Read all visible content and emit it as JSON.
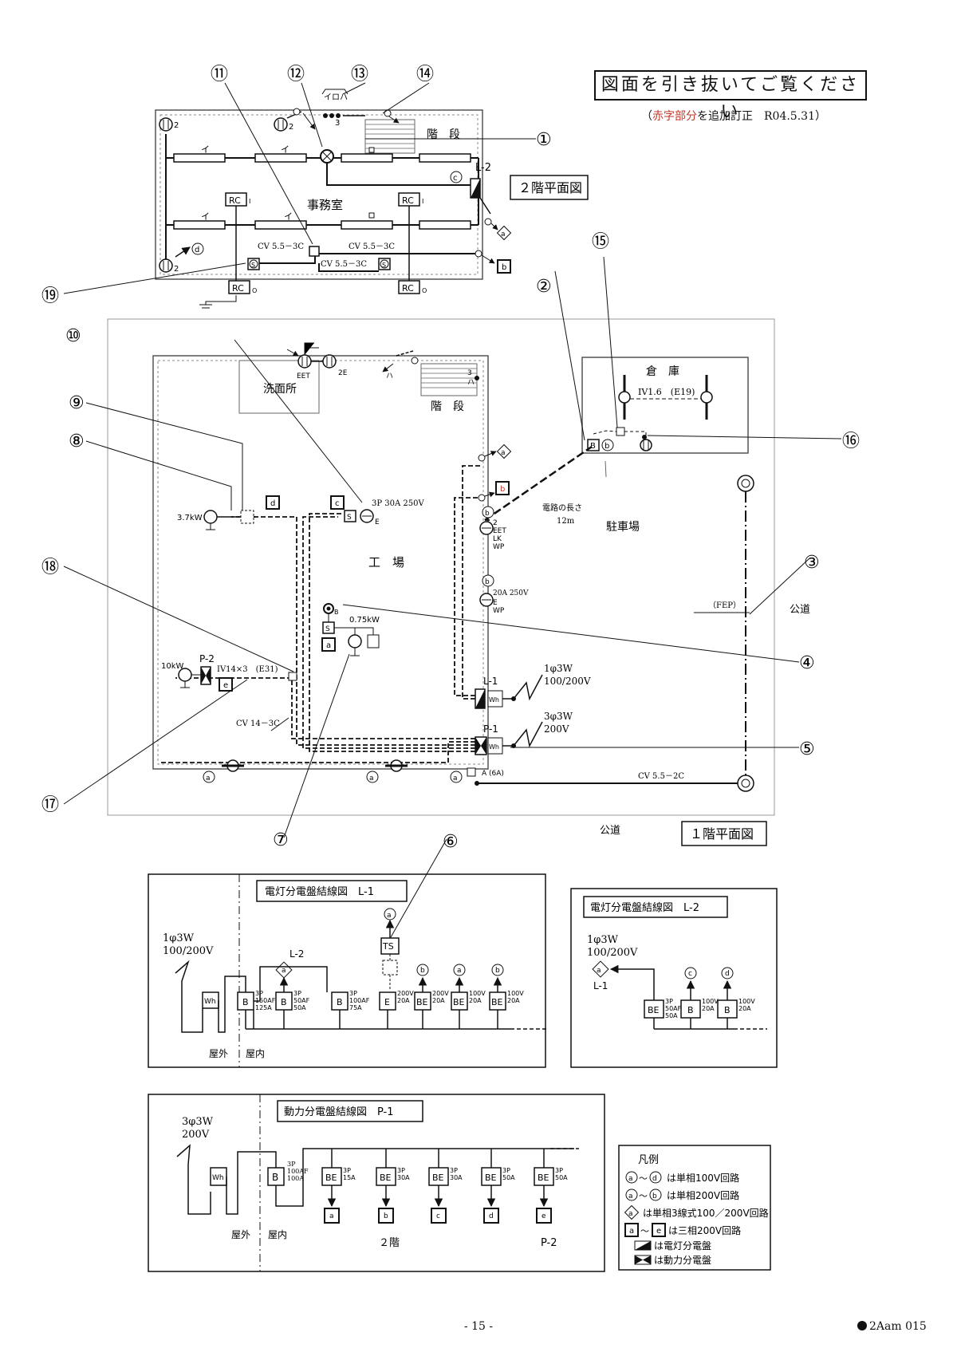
{
  "banner": {
    "title": "図面を引き抜いてご覧ください",
    "correction_open": "（",
    "correction_red": "赤字部分",
    "correction_rest": "を追加訂正　R04.5.31）"
  },
  "callouts": [
    "①",
    "②",
    "③",
    "④",
    "⑤",
    "⑥",
    "⑦",
    "⑧",
    "⑨",
    "⑩",
    "⑪",
    "⑫",
    "⑬",
    "⑭",
    "⑮",
    "⑯",
    "⑰",
    "⑱",
    "⑲"
  ],
  "floor2": {
    "title": "２階平面図",
    "room": "事務室",
    "stairs": "階　段",
    "panel": "L-2",
    "lamp_i": "イ",
    "switch_label": "イロハ",
    "switch_count": "3",
    "rc": "RC",
    "rc_sub_i": "I",
    "rc_sub_o": "O",
    "cable_1": "CV 5.5－3C",
    "cable_2": "CV 5.5－3C",
    "cable_3": "CV 5.5－3C",
    "outlet_2": "2",
    "circ_c": "c",
    "circ_d": "d",
    "circ_a": "a",
    "circ_b": "b",
    "s": "S"
  },
  "floor1": {
    "title": "１階平面図",
    "factory": "工　場",
    "washroom": "洗面所",
    "stairs": "階　段",
    "warehouse": "倉　庫",
    "parking": "駐車場",
    "road_right": "公道",
    "road_bottom": "公道",
    "fep": "（FEP）",
    "wire_length": "電路の長さ",
    "wire_length_val": "12m",
    "motor_37": "3.7kW",
    "motor_075": "0.75kW",
    "heater_10": "10kW",
    "panel_p2": "P-2",
    "iv14": "IV14×3　(E31)",
    "cv14": "CV 14－3C",
    "outlet_30a": "3P 30A 250V",
    "outlet_e": "E",
    "eet": "EET",
    "eet_2e": "2E",
    "eet_lk_1": "2",
    "eet_lk_2": "EET",
    "eet_lk_3": "LK",
    "eet_lk_4": "WP",
    "out20_1": "20A 250V",
    "out20_2": "E",
    "out20_3": "WP",
    "iv16": "IV1.6　(E19)",
    "l1": "L-1",
    "p1": "P-1",
    "supply_l1_1": "1φ3W",
    "supply_l1_2": "100/200V",
    "supply_p1_1": "3φ3W",
    "supply_p1_2": "200V",
    "cv55_2c": "CV 5.5－2C",
    "a6a": "A (6A)",
    "b_box": "B",
    "b_circ": "b",
    "ha": "ハ",
    "ha3": "3",
    "wh": "Wh",
    "box_a": "a",
    "box_b": "b",
    "box_c": "c",
    "box_d": "d",
    "box_e": "e",
    "circ_a": "a",
    "circ_b": "b",
    "s": "S",
    "small_b": "B"
  },
  "l1_diagram": {
    "title": "電灯分電盤結線図　L-1",
    "supply_1": "1φ3W",
    "supply_2": "100/200V",
    "outdoor": "屋外",
    "indoor": "屋内",
    "to_l2": "L-2",
    "ts": "TS",
    "breakers": [
      {
        "type": "B",
        "rating": "3P\n150AF\n125A",
        "dest": ""
      },
      {
        "type": "B",
        "rating": "3P\n50AF\n50A",
        "dest": "a"
      },
      {
        "type": "B",
        "rating": "3P\n100AF\n75A",
        "dest": ""
      },
      {
        "type": "E",
        "rating": "200V\n20A",
        "dest": "a"
      },
      {
        "type": "BE",
        "rating": "200V\n20A",
        "dest": "b"
      },
      {
        "type": "BE",
        "rating": "100V\n20A",
        "dest": "a"
      },
      {
        "type": "BE",
        "rating": "100V\n20A",
        "dest": "b"
      }
    ],
    "wh": "Wh"
  },
  "l2_diagram": {
    "title": "電灯分電盤結線図　L-2",
    "supply_1": "1φ3W",
    "supply_2": "100/200V",
    "from_l1": "L-1",
    "breakers": [
      {
        "type": "BE",
        "rating": "3P\n50AF\n50A",
        "dest": ""
      },
      {
        "type": "B",
        "rating": "100V\n20A",
        "dest": "c"
      },
      {
        "type": "B",
        "rating": "100V\n20A",
        "dest": "d"
      }
    ]
  },
  "p1_diagram": {
    "title": "動力分電盤結線図　P-1",
    "supply_1": "3φ3W",
    "supply_2": "200V",
    "outdoor": "屋外",
    "indoor": "屋内",
    "wh": "Wh",
    "main": {
      "type": "B",
      "rating": "3P\n100AF\n100A"
    },
    "breakers": [
      {
        "type": "BE",
        "rating": "3P\n15A",
        "dest": "a"
      },
      {
        "type": "BE",
        "rating": "3P\n30A",
        "dest": "b"
      },
      {
        "type": "BE",
        "rating": "3P\n30A",
        "dest": "c"
      },
      {
        "type": "BE",
        "rating": "3P\n50A",
        "dest": "d"
      },
      {
        "type": "BE",
        "rating": "3P\n50A",
        "dest": "e"
      }
    ],
    "floor2_label": "２階",
    "p2_label": "P-2"
  },
  "legend": {
    "title": "凡例",
    "row1_a": "a",
    "row1_sep": "～",
    "row1_b": "d",
    "row1_text": "は単相100V回路",
    "row2_a": "a",
    "row2_sep": "～",
    "row2_b": "b",
    "row2_text": "は単相200V回路",
    "row3_text": "は単相3線式100／200V回路",
    "row4_a": "a",
    "row4_sep": "～",
    "row4_b": "e",
    "row4_text": "は三相200V回路",
    "row5_text": "は電灯分電盤",
    "row6_text": "は動力分電盤"
  },
  "footer": {
    "page": "- 15 -",
    "code": "2Aam  015"
  },
  "colors": {
    "ink": "#111111",
    "red": "#c0392b"
  }
}
